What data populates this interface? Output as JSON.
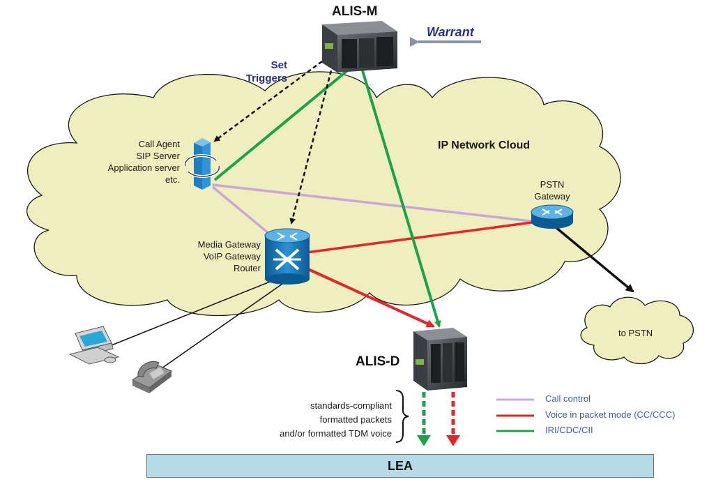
{
  "nodes": {
    "alis_m": "ALIS-M",
    "alis_d": "ALIS-D",
    "warrant": "Warrant",
    "set_triggers_1": "Set",
    "set_triggers_2": "Triggers",
    "call_agent": [
      "Call Agent",
      "SIP Server",
      "Application server",
      "etc."
    ],
    "media_gateway": [
      "Media Gateway",
      "VoIP Gateway",
      "Router"
    ],
    "pstn_gateway": [
      "PSTN",
      "Gateway"
    ],
    "ip_cloud": "IP Network Cloud",
    "to_pstn": "to PSTN",
    "packets_note": [
      "standards-compliant",
      "formatted packets",
      "and/or formatted TDM voice"
    ],
    "lea": "LEA"
  },
  "legend": [
    {
      "label": "Call control",
      "color": "#c9a7d8"
    },
    {
      "label": "Voice in packet mode (CC/CCC)",
      "color": "#e2262a"
    },
    {
      "label": "IRI/CDC/CII",
      "color": "#1aa34a"
    }
  ],
  "colors": {
    "cloud_fill": "#eeeebf",
    "cloud_stroke": "#1a1a1a",
    "green": "#1aa34a",
    "red": "#e2262a",
    "purple": "#c9a7d8",
    "router_blue": "#1d78b6",
    "navy_text": "#2b2f84"
  }
}
